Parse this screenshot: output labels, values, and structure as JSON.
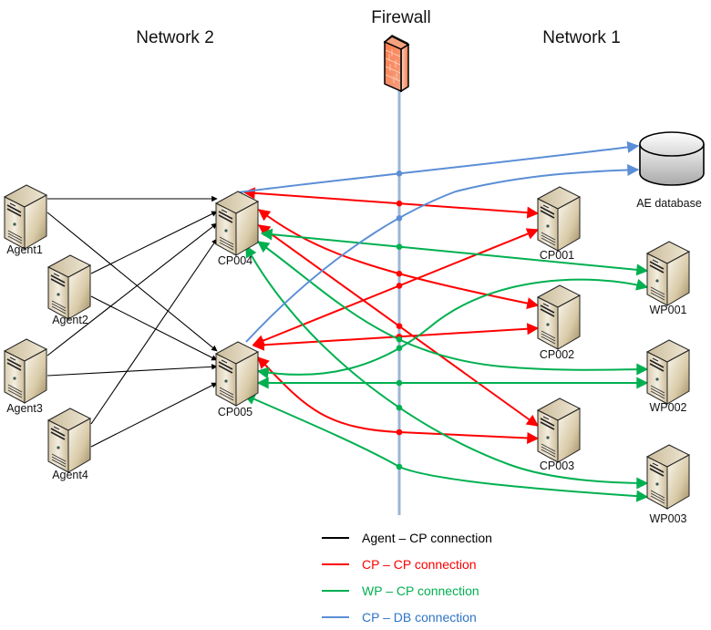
{
  "titles": {
    "network2": "Network 2",
    "network1": "Network 1",
    "firewall": "Firewall"
  },
  "colors": {
    "agent_cp": "#000000",
    "cp_cp": "#ff0000",
    "wp_cp": "#00b050",
    "cp_db": "#5b8ed6",
    "firewall_line": "#9db5d6"
  },
  "nodes": {
    "agent1": {
      "label": "Agent1",
      "type": "server"
    },
    "agent2": {
      "label": "Agent2",
      "type": "server"
    },
    "agent3": {
      "label": "Agent3",
      "type": "server"
    },
    "agent4": {
      "label": "Agent4",
      "type": "server"
    },
    "cp004": {
      "label": "CP004",
      "type": "server"
    },
    "cp005": {
      "label": "CP005",
      "type": "server"
    },
    "cp001": {
      "label": "CP001",
      "type": "server"
    },
    "cp002": {
      "label": "CP002",
      "type": "server"
    },
    "cp003": {
      "label": "CP003",
      "type": "server"
    },
    "wp001": {
      "label": "WP001",
      "type": "server"
    },
    "wp002": {
      "label": "WP002",
      "type": "server"
    },
    "wp003": {
      "label": "WP003",
      "type": "server"
    },
    "db": {
      "label": "AE database",
      "type": "database"
    },
    "firewall": {
      "label": "Firewall",
      "type": "firewall"
    }
  },
  "connections": [
    {
      "from": "agent1",
      "to": "cp004",
      "kind": "agent_cp"
    },
    {
      "from": "agent1",
      "to": "cp005",
      "kind": "agent_cp"
    },
    {
      "from": "agent2",
      "to": "cp004",
      "kind": "agent_cp"
    },
    {
      "from": "agent2",
      "to": "cp005",
      "kind": "agent_cp"
    },
    {
      "from": "agent3",
      "to": "cp004",
      "kind": "agent_cp"
    },
    {
      "from": "agent3",
      "to": "cp005",
      "kind": "agent_cp"
    },
    {
      "from": "agent4",
      "to": "cp004",
      "kind": "agent_cp"
    },
    {
      "from": "agent4",
      "to": "cp005",
      "kind": "agent_cp"
    },
    {
      "from": "cp004",
      "to": "cp001",
      "kind": "cp_cp",
      "bidirectional": true
    },
    {
      "from": "cp004",
      "to": "cp002",
      "kind": "cp_cp",
      "bidirectional": true
    },
    {
      "from": "cp004",
      "to": "cp003",
      "kind": "cp_cp",
      "bidirectional": true
    },
    {
      "from": "cp005",
      "to": "cp001",
      "kind": "cp_cp",
      "bidirectional": true
    },
    {
      "from": "cp005",
      "to": "cp002",
      "kind": "cp_cp",
      "bidirectional": true
    },
    {
      "from": "cp005",
      "to": "cp003",
      "kind": "cp_cp",
      "bidirectional": true
    },
    {
      "from": "cp004",
      "to": "wp001",
      "kind": "wp_cp",
      "bidirectional": true
    },
    {
      "from": "cp004",
      "to": "wp002",
      "kind": "wp_cp",
      "bidirectional": true
    },
    {
      "from": "cp004",
      "to": "wp003",
      "kind": "wp_cp",
      "bidirectional": true
    },
    {
      "from": "cp005",
      "to": "wp001",
      "kind": "wp_cp",
      "bidirectional": true
    },
    {
      "from": "cp005",
      "to": "wp002",
      "kind": "wp_cp",
      "bidirectional": true
    },
    {
      "from": "cp005",
      "to": "wp003",
      "kind": "wp_cp",
      "bidirectional": true
    },
    {
      "from": "cp004",
      "to": "db",
      "kind": "cp_db"
    },
    {
      "from": "cp005",
      "to": "db",
      "kind": "cp_db"
    }
  ],
  "legend": [
    {
      "kind": "agent_cp",
      "label": "Agent – CP connection"
    },
    {
      "kind": "cp_cp",
      "label": "CP  – CP connection"
    },
    {
      "kind": "wp_cp",
      "label": "WP – CP connection"
    },
    {
      "kind": "cp_db",
      "label": "CP  – DB connection"
    }
  ]
}
